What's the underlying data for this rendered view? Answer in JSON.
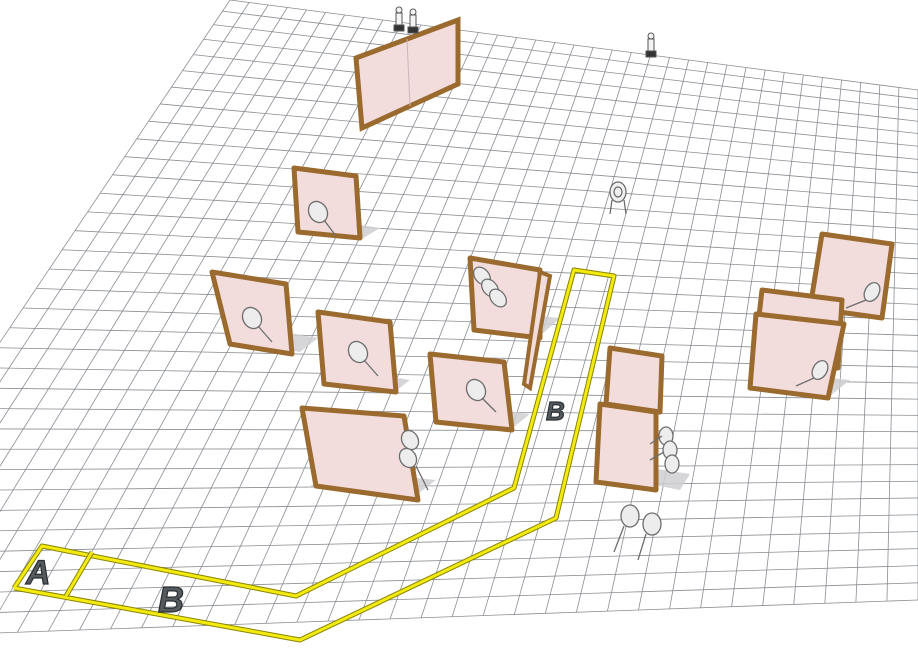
{
  "labels": {
    "start_box": "A",
    "path_near": "B",
    "path_far": "B"
  },
  "colors": {
    "background": "#ffffff",
    "grid_line": "#8a8e93",
    "path_stroke": "#f2ea10",
    "path_edge": "#8a8400",
    "frame_wood": "#9a6a2e",
    "frame_dark": "#5c3d14",
    "panel_fill": "#f3dcdc",
    "shadow": "#cfcfd2",
    "target": "#e8e8e8"
  },
  "icons": [
    "person-figure-icon",
    "target-icon",
    "door-frame-icon",
    "path-marker-icon"
  ]
}
